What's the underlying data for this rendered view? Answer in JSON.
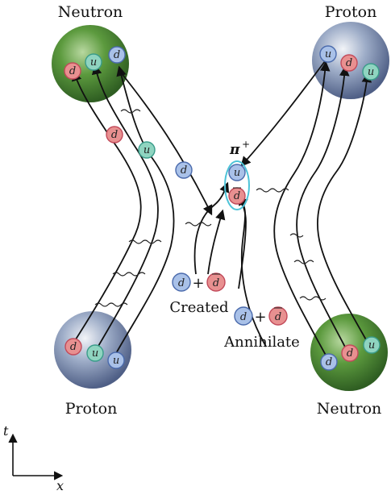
{
  "labels": {
    "neutron_top": "Neutron",
    "proton_top": "Proton",
    "proton_bottom": "Proton",
    "neutron_bottom": "Neutron",
    "pion": "π",
    "pion_charge": "+",
    "created": "Created",
    "annihilate": "Annihilate",
    "plus1": "+",
    "plus2": "+"
  },
  "axes": {
    "t": "t",
    "x": "x"
  },
  "quarks": {
    "u": "u",
    "d": "d"
  },
  "colors": {
    "d_quark": "#e89090",
    "u_quark": "#8fd4c0",
    "d_quark_blue": "#a9c1e8",
    "neutron": "#3e7a2e",
    "proton": "#6b7fa5",
    "pion_ring": "#4ec3d8"
  }
}
